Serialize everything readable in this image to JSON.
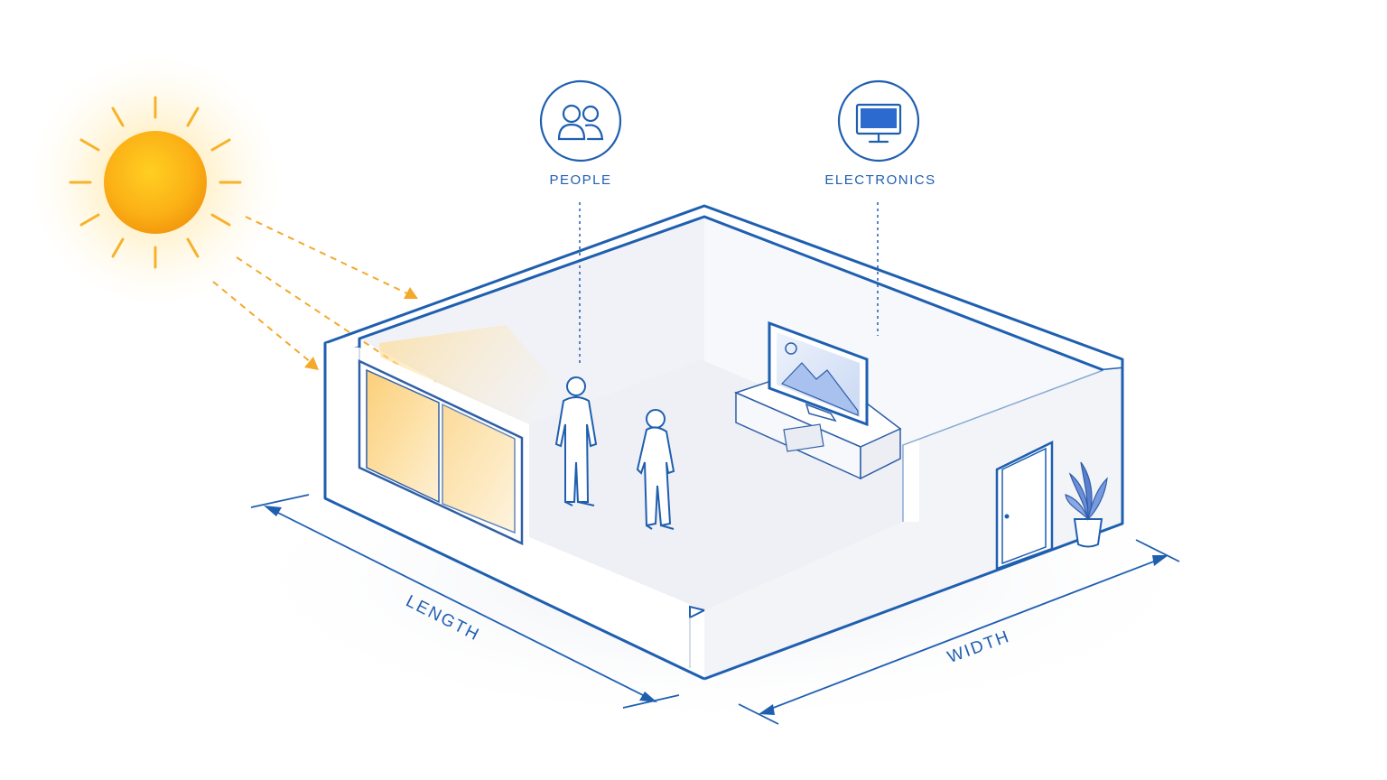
{
  "labels": {
    "people": "PEOPLE",
    "electronics": "ELECTRONICS",
    "length": "LENGTH",
    "width": "WIDTH"
  },
  "icons": {
    "sun": "sun-icon",
    "people": "people-icon",
    "electronics": "monitor-icon"
  },
  "colors": {
    "accent": "#1f5fb0",
    "sun": "#f7a51c",
    "sunlight": "#f5b94a"
  }
}
